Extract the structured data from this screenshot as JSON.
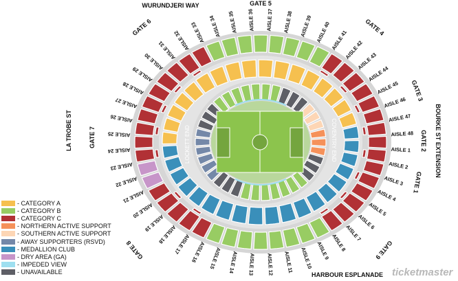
{
  "categories": {
    "A": {
      "label": "- CATEGORY A",
      "color": "#f6c04f"
    },
    "B": {
      "label": "- CATEGORY B",
      "color": "#98cc63"
    },
    "C": {
      "label": "- CATEGORY C",
      "color": "#b13135"
    },
    "N": {
      "label": "- NORTHERN ACTIVE SUPPORT",
      "color": "#f5915a"
    },
    "S": {
      "label": "- SOUTHERN ACTIVE SUPPORT",
      "color": "#fdd6b5"
    },
    "W": {
      "label": "- AWAY SUPPORTERS (RSVD)",
      "color": "#7488a8"
    },
    "M": {
      "label": "- MEDALLION CLUB",
      "color": "#3a8fba"
    },
    "D": {
      "label": "- DRY AREA (GA)",
      "color": "#c795c9"
    },
    "I": {
      "label": "- IMPEDED VIEW",
      "color": "#9edff0"
    },
    "U": {
      "label": "- UNAVAILABLE",
      "color": "#5e5f66"
    }
  },
  "legend_order": [
    "A",
    "B",
    "C",
    "N",
    "S",
    "W",
    "M",
    "D",
    "I",
    "U"
  ],
  "streets": {
    "top": "WURUNDJERI WAY",
    "right": "BOURKE ST EXTENSION",
    "bottom": "HARBOUR ESPLANADE",
    "left": "LA TROBE ST"
  },
  "gates": [
    "GATE 1",
    "GATE 2",
    "GATE 3",
    "GATE 4",
    "GATE 5",
    "GATE 6",
    "GATE 7",
    "GATE 8",
    "GATE 9"
  ],
  "ends": {
    "left": "LOCKETT END",
    "right": "COVENTRY END"
  },
  "aisle_prefix": "AISLE",
  "aisles": [
    1,
    2,
    3,
    4,
    5,
    6,
    7,
    8,
    9,
    10,
    11,
    12,
    13,
    14,
    15,
    16,
    17,
    18,
    19,
    20,
    21,
    22,
    23,
    24,
    25,
    26,
    27,
    28,
    29,
    30,
    31,
    32,
    33,
    34,
    35,
    36,
    37,
    38,
    39,
    40,
    41,
    42,
    43,
    44,
    45,
    46,
    47,
    48
  ],
  "upper_tier": [
    "C",
    "C",
    "C",
    "C",
    "C",
    "C",
    "C",
    "B",
    "B",
    "B",
    "B",
    "B",
    "B",
    "B",
    "B",
    "C",
    "C",
    "C",
    "C",
    "C",
    "D",
    "D",
    "C",
    "C",
    "C",
    "C",
    "C",
    "C",
    "C",
    "C",
    "C",
    "C",
    "B",
    "B",
    "B",
    "B",
    "B",
    "B",
    "B",
    "B",
    "C",
    "C",
    "C",
    "C",
    "C",
    "C",
    "C",
    "C"
  ],
  "middle_tier": [
    "M",
    "M",
    "M",
    "M",
    "M",
    "M",
    "M",
    "M",
    "M",
    "M",
    "M",
    "M",
    "M",
    "M",
    "M",
    "M",
    "M",
    "M",
    "M",
    "A",
    "A",
    "A",
    "A",
    "A",
    "A",
    "A",
    "A",
    "A",
    "A",
    "A",
    "A",
    "A",
    "A",
    "A",
    "A",
    "A"
  ],
  "lower_tier": [
    "N",
    "N",
    "N",
    "U",
    "U",
    "U",
    "B",
    "B",
    "B",
    "B",
    "B",
    "B",
    "B",
    "U",
    "U",
    "U",
    "W",
    "W",
    "W",
    "W",
    "W",
    "W",
    "U",
    "U",
    "U",
    "B",
    "B",
    "B",
    "B",
    "B",
    "B",
    "B",
    "U",
    "U",
    "U",
    "S",
    "S",
    "S"
  ],
  "brand": "ticketmaster"
}
